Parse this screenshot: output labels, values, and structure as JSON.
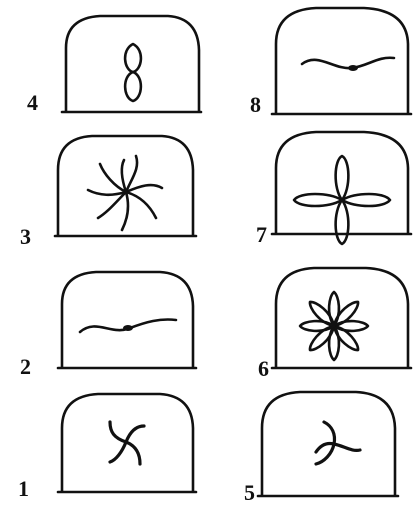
{
  "panels": [
    {
      "label": "4",
      "pattern_icon": "figure-eight-vertical-icon"
    },
    {
      "label": "8",
      "pattern_icon": "wavy-line-icon"
    },
    {
      "label": "3",
      "pattern_icon": "spiral-pinwheel-icon"
    },
    {
      "label": "7",
      "pattern_icon": "four-petal-cross-icon"
    },
    {
      "label": "2",
      "pattern_icon": "wavy-line-icon"
    },
    {
      "label": "6",
      "pattern_icon": "eight-petal-flower-icon"
    },
    {
      "label": "1",
      "pattern_icon": "four-arm-pinwheel-icon"
    },
    {
      "label": "5",
      "pattern_icon": "three-arm-pinwheel-icon"
    }
  ]
}
